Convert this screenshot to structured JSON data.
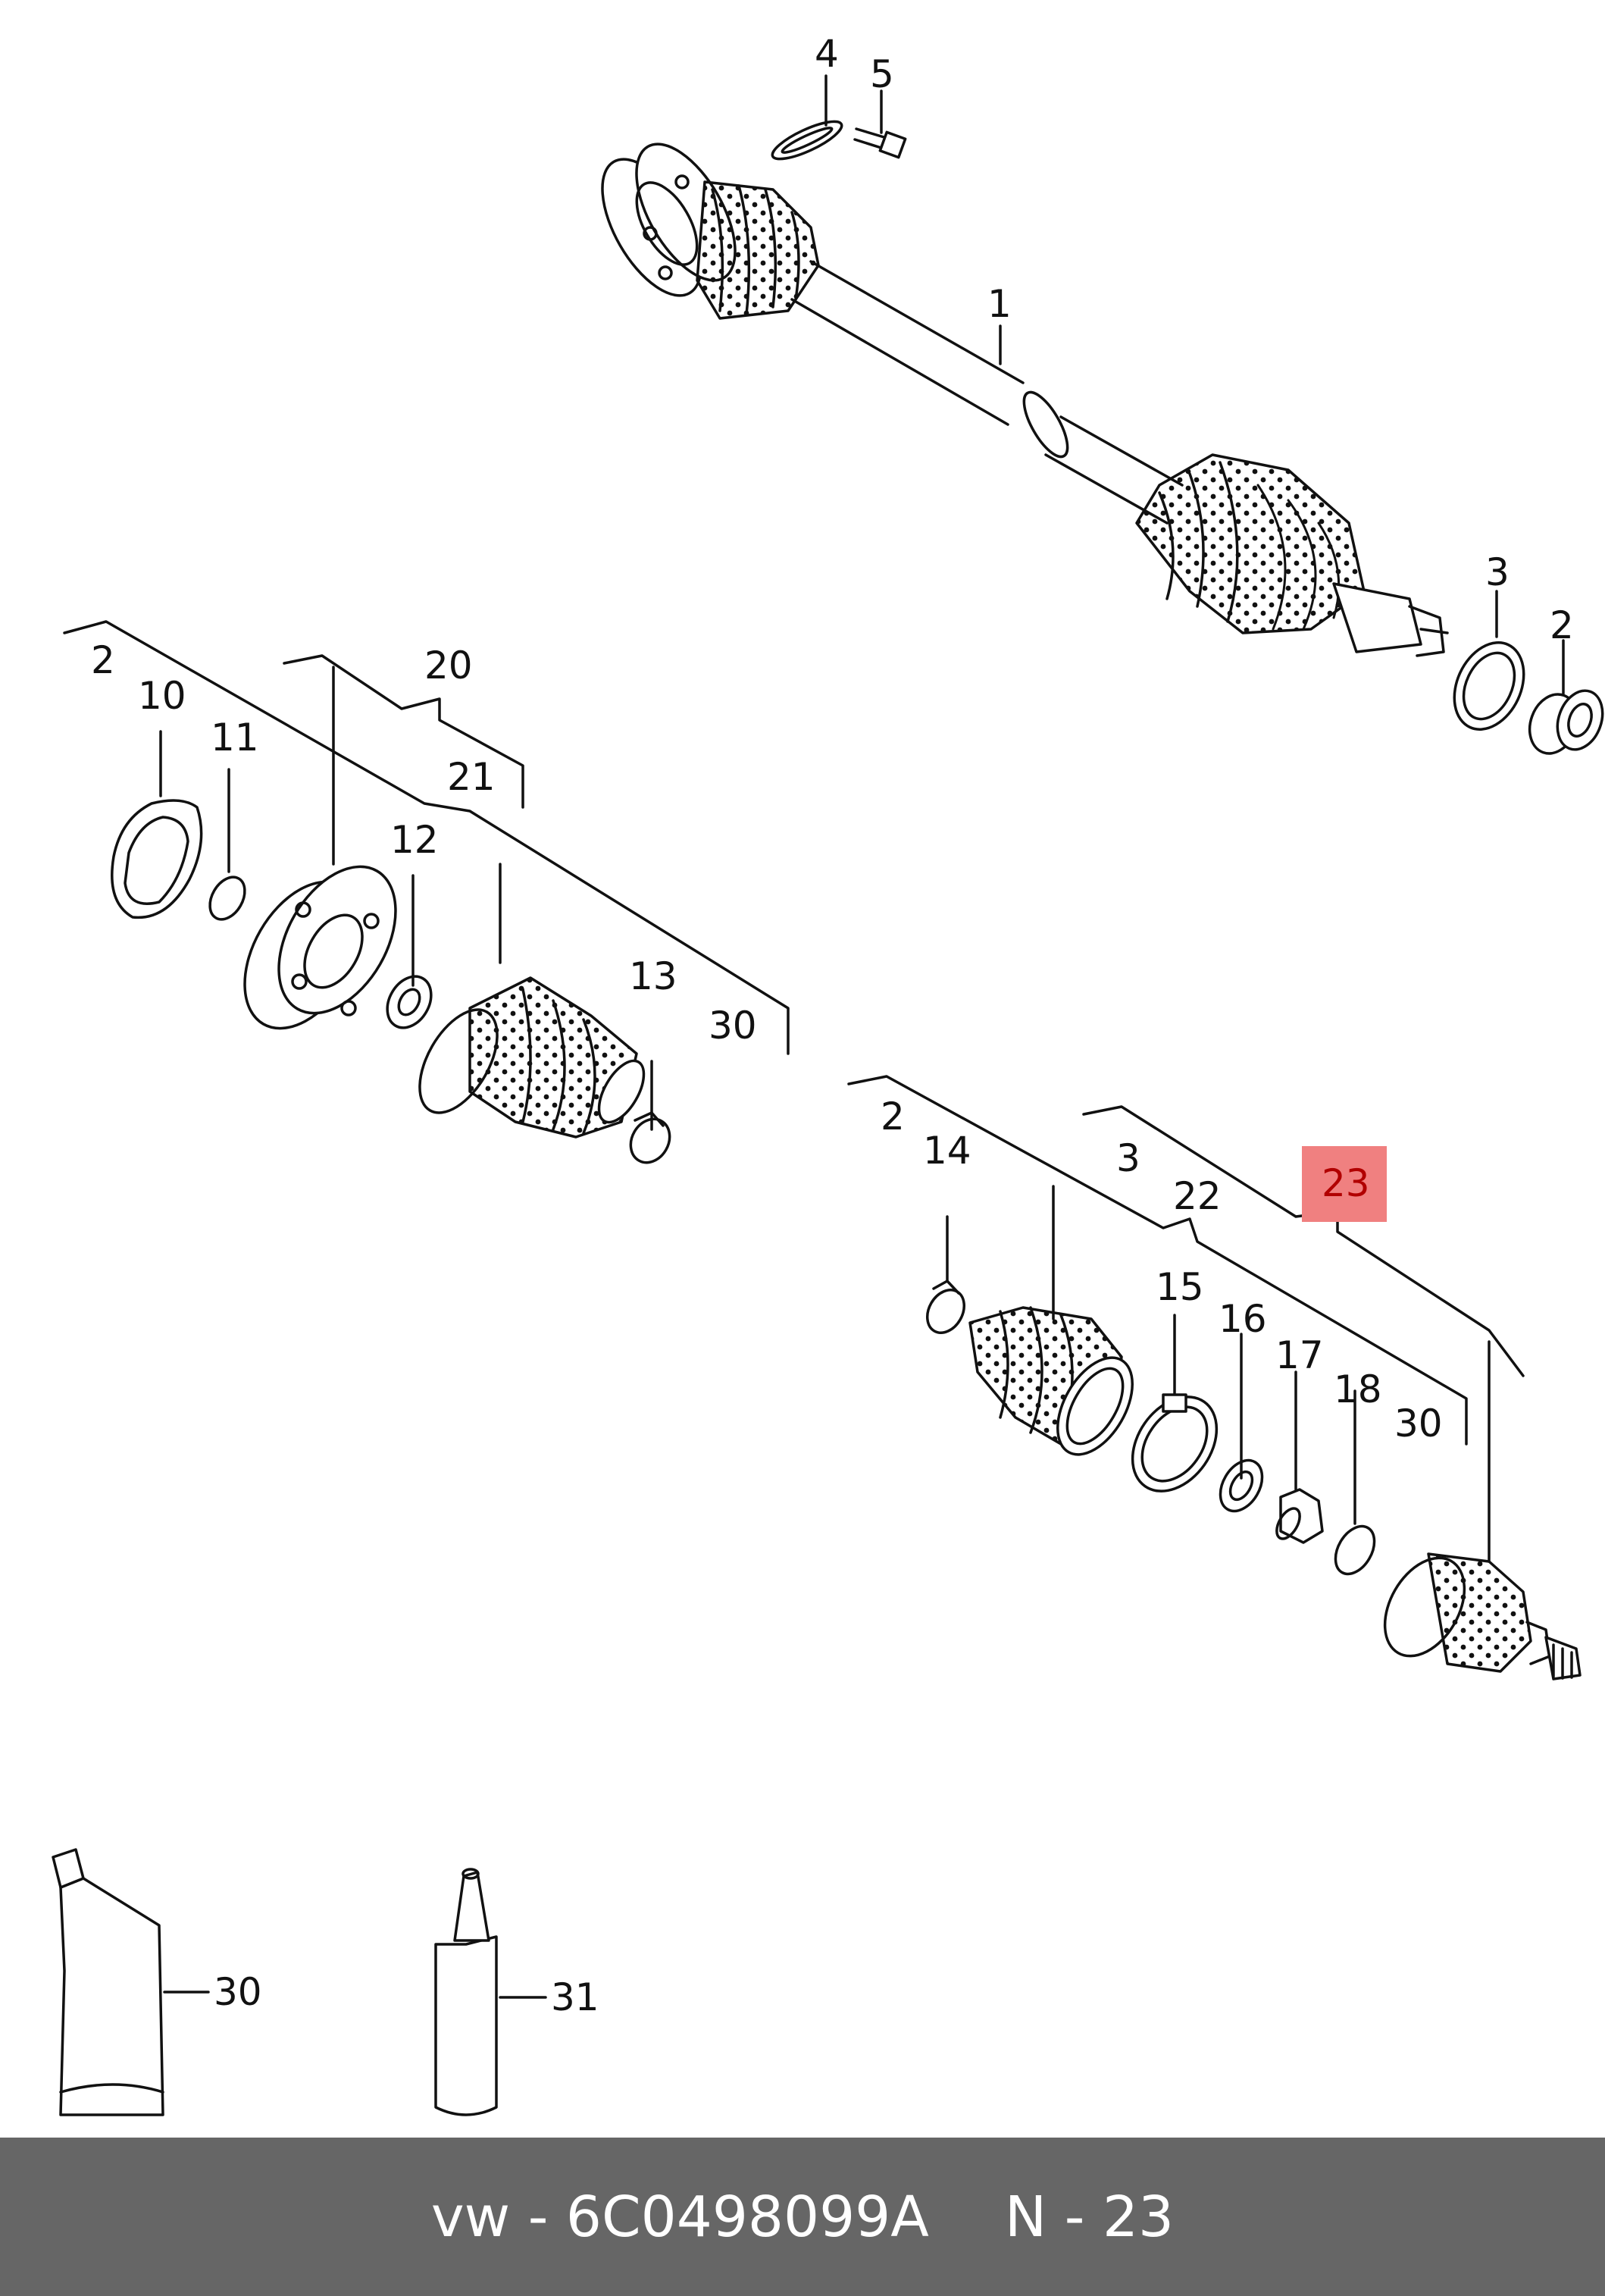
{
  "labels": {
    "l1": "1",
    "l2a": "2",
    "l3a": "3",
    "l4": "4",
    "l5": "5",
    "l2b": "2",
    "l10": "10",
    "l11": "11",
    "l20": "20",
    "l21": "21",
    "l12": "12",
    "l13": "13",
    "l30a": "30",
    "l2c": "2",
    "l14": "14",
    "l3b": "3",
    "l22": "22",
    "l23": "23",
    "l15": "15",
    "l16": "16",
    "l17": "17",
    "l18": "18",
    "l30b": "30",
    "l30c": "30",
    "l31": "31"
  },
  "highlight_color": "#f08080",
  "footer": {
    "part_number": "vw - 6C0498099A",
    "position": "N - 23"
  }
}
